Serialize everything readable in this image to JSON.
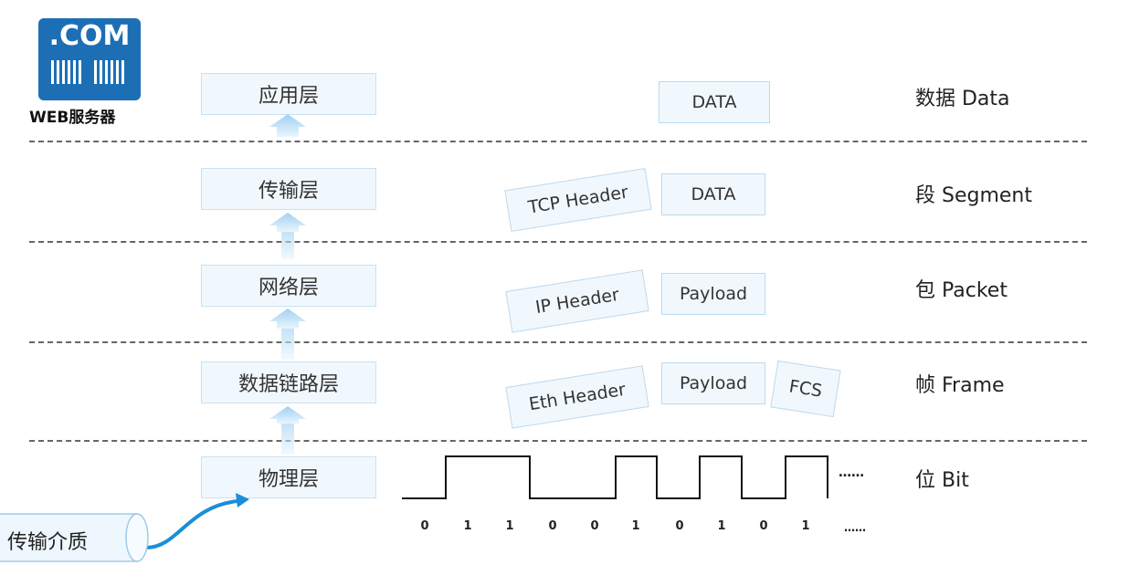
{
  "server": {
    "badge": ".COM",
    "caption": "WEB服务器"
  },
  "layers": [
    "应用层",
    "传输层",
    "网络层",
    "数据链路层",
    "物理层"
  ],
  "units": [
    "数据 Data",
    "段 Segment",
    "包 Packet",
    "帧 Frame",
    "位 Bit"
  ],
  "data_boxes": {
    "app_data": "DATA",
    "tcp_header": "TCP Header",
    "tcp_data": "DATA",
    "ip_header": "IP Header",
    "ip_payload": "Payload",
    "eth_header": "Eth Header",
    "eth_payload": "Payload",
    "fcs": "FCS"
  },
  "bits": [
    "0",
    "1",
    "1",
    "0",
    "0",
    "1",
    "0",
    "1",
    "0",
    "1"
  ],
  "bits_ellipsis": "……",
  "wave_ellipsis": "……",
  "medium": "传输介质",
  "colors": {
    "accent": "#1d6fb5",
    "box_fill": "#f1f8fd",
    "arrow": "#a9d2f0",
    "curve": "#1a8fd8"
  }
}
